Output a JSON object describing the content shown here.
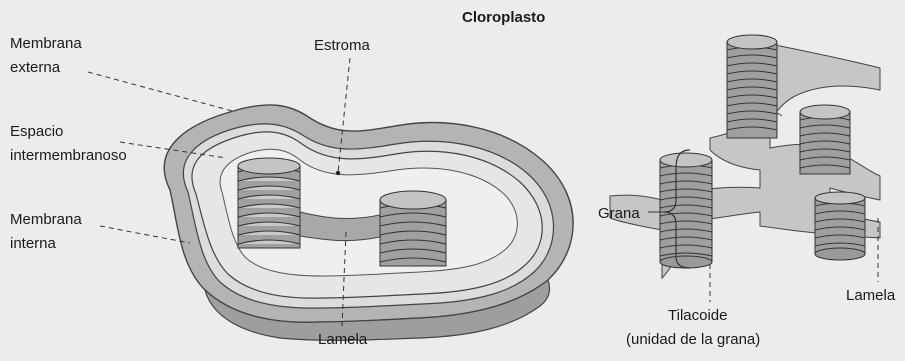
{
  "diagram": {
    "title": "Cloroplasto",
    "labels": {
      "membrana_externa_1": "Membrana",
      "membrana_externa_2": "externa",
      "estroma": "Estroma",
      "espacio_1": "Espacio",
      "espacio_2": "intermembranoso",
      "membrana_interna_1": "Membrana",
      "membrana_interna_2": "interna",
      "lamela_left": "Lamela",
      "grana": "Grana",
      "tilacoide_1": "Tilacoide",
      "tilacoide_2": "(unidad de la grana)",
      "lamela_right": "Lamela"
    },
    "colors": {
      "outer_shell": "#b8b8b8",
      "inner_area": "#d8d8d8",
      "stack": "#9a9a9a",
      "line": "#333333"
    }
  }
}
